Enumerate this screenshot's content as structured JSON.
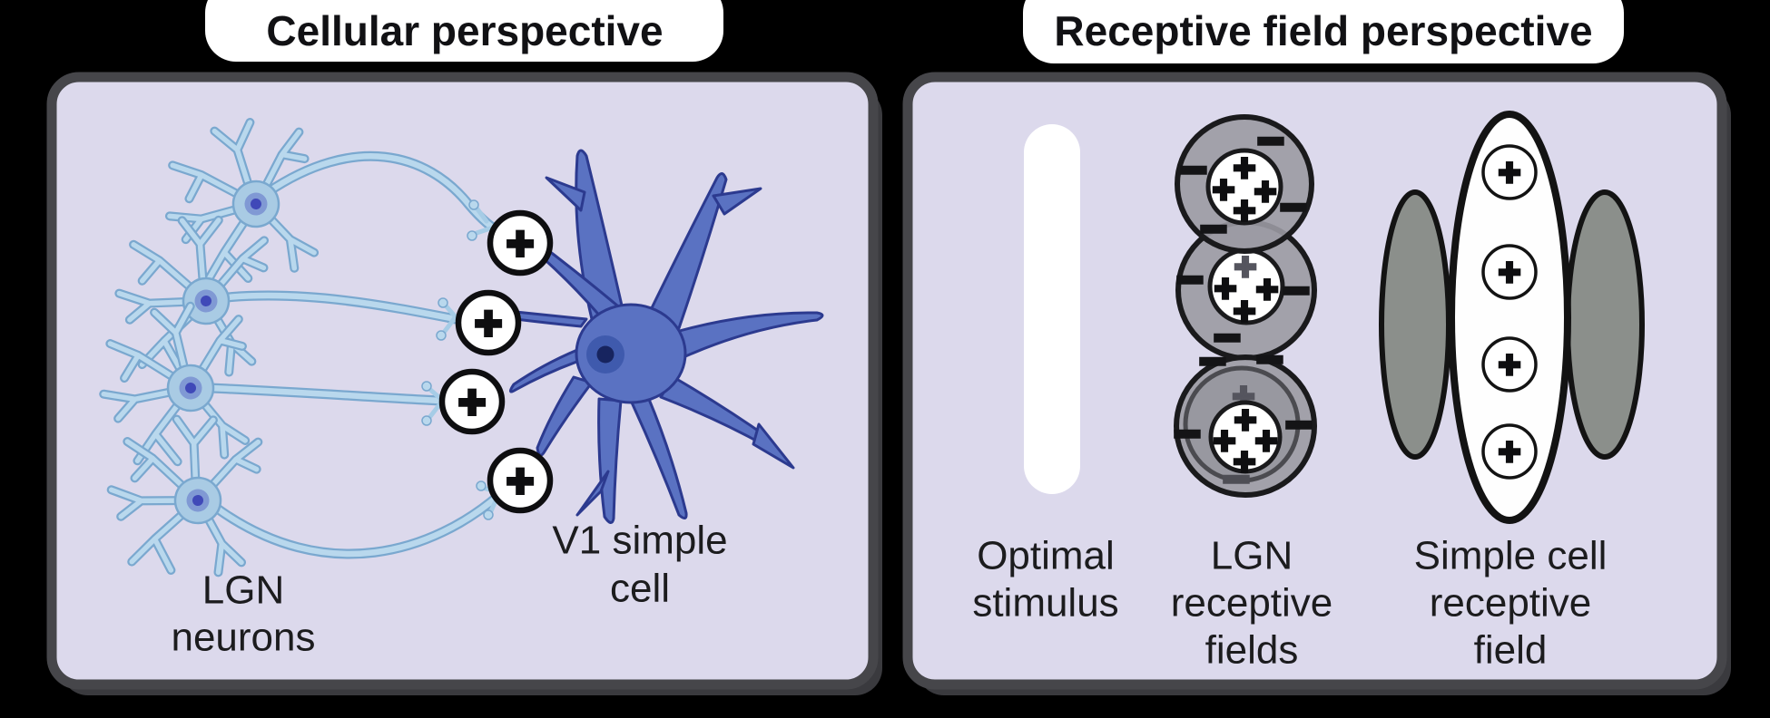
{
  "figure": {
    "left_title": "Cellular perspective",
    "right_title": "Receptive field perspective"
  },
  "cellular_panel": {
    "lgn_label": [
      "LGN",
      "neurons"
    ],
    "v1_label": [
      "V1 simple",
      "cell"
    ],
    "neuron_count": 4,
    "synapse_count": 4
  },
  "receptive_panel": {
    "optimal_label": [
      "Optimal",
      "stimulus"
    ],
    "lgn_rf_label": [
      "LGN",
      "receptive",
      "fields"
    ],
    "simple_rf_label": [
      "Simple cell",
      "receptive",
      "field"
    ],
    "lgn_rf_count": 3,
    "simple_rf_subunit_count": 4
  },
  "symbols": {
    "plus": "+",
    "minus": "−"
  },
  "colors": {
    "background": "#000000",
    "panel_bg": "#dcd9ec",
    "panel_border": "#46464a",
    "lgn_neuron_fill": "#b9d8ed",
    "lgn_neuron_outline": "#7aa8cf",
    "v1_cell_fill": "#5a72c2",
    "v1_cell_outline": "#2c3a8f",
    "rf_surround_gray": "#9b9aa3",
    "rf_center_white": "#ffffff",
    "flank_gray": "#8b8f8b",
    "stimulus_white": "#ffffff"
  }
}
